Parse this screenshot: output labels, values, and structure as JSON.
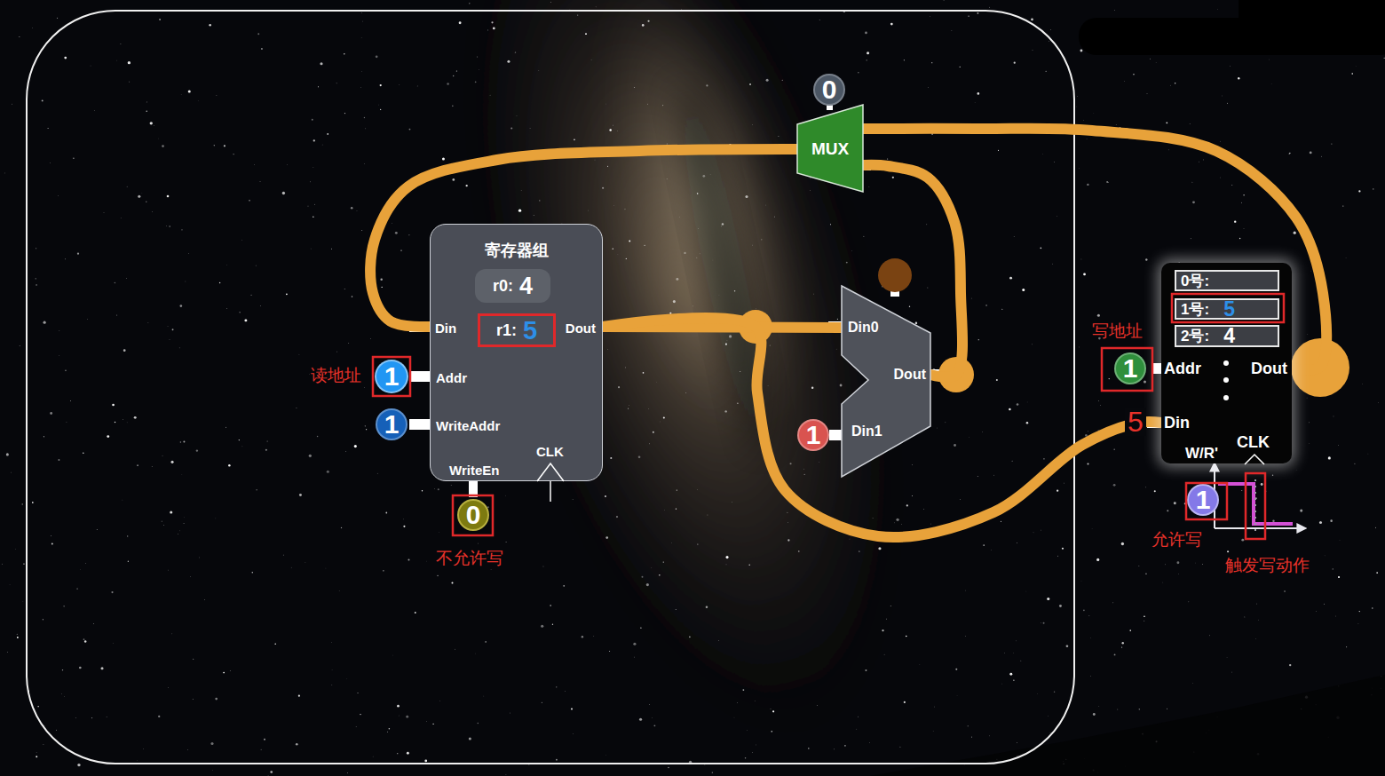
{
  "diagram": {
    "nodes": [
      {
        "text": [
          "寄存器组",
          "Din",
          "Dout",
          "Addr",
          "WriteAddr",
          "CLK",
          "WriteEn"
        ]
      },
      {
        "text": [
          "r0:",
          "4"
        ],
        "in": 0
      },
      {
        "text": [
          "r1:",
          "5"
        ],
        "in": 0
      },
      {
        "text": [
          "MUX"
        ]
      },
      {
        "text": [
          "0"
        ]
      },
      {
        "text": [
          "Din0",
          "Dout",
          "Din1"
        ]
      },
      {
        "text": [
          "Addr",
          "Dout",
          "Din",
          "W/R'",
          "CLK"
        ]
      },
      {
        "text": [
          "0号:"
        ],
        "in": 6
      },
      {
        "text": [
          "1号:",
          "5"
        ],
        "in": 6
      },
      {
        "text": [
          "2号:",
          "4"
        ],
        "in": 6
      },
      {
        "text": [
          "1"
        ]
      },
      {
        "text": [
          "1"
        ]
      },
      {
        "text": [
          "0"
        ]
      },
      {
        "text": [
          "1"
        ]
      },
      {
        "text": [
          "1"
        ]
      },
      {
        "text": [
          "1"
        ]
      }
    ],
    "edges": [
      {
        "from": 0,
        "to": 5,
        "arrow": "none"
      },
      {
        "from": 0,
        "to": 6,
        "arrow": "none"
      },
      {
        "from": 5,
        "to": 3,
        "arrow": "none"
      },
      {
        "from": 6,
        "to": 3,
        "arrow": "none"
      },
      {
        "from": 3,
        "to": 0,
        "arrow": "none"
      }
    ],
    "labels": [
      "读地址",
      "不允许写",
      "写地址",
      "5",
      "允许写",
      "触发写动作"
    ]
  }
}
